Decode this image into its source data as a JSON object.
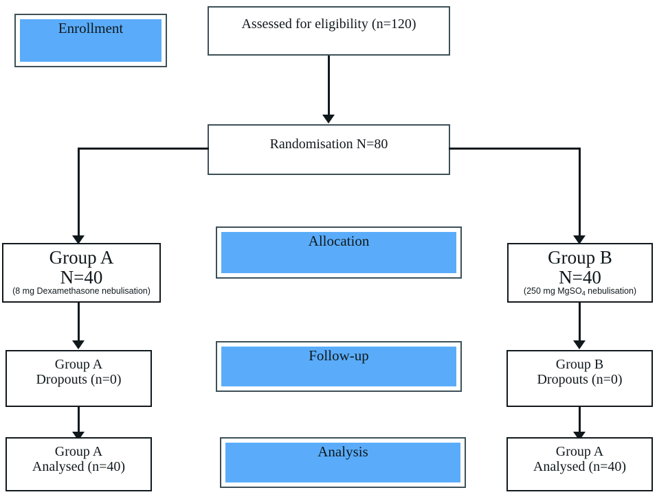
{
  "diagram": {
    "title": "CONSORT participant flow diagram",
    "accent_blue": "#5aacfa",
    "line_color": "#10181c"
  },
  "stage_banners": [
    {
      "label": "Enrollment"
    },
    {
      "label": "Allocation"
    },
    {
      "label": "Follow-up"
    },
    {
      "label": "Analysis"
    }
  ],
  "nodes": {
    "assessed": {
      "text": "Assessed for eligibility (n=120)"
    },
    "randomisation": {
      "text": "Randomisation N=80"
    },
    "group_a": {
      "title": "Group A",
      "count": "N=40",
      "detail_prefix": "(8 mg Dexamethasone nebulisation)"
    },
    "group_b": {
      "title": "Group B",
      "count": "N=40",
      "detail_prefix": "(250 mg MgSO",
      "detail_sub": "4",
      "detail_suffix": " nebulisation)"
    },
    "group_a_dropouts": {
      "line1": "Group A",
      "line2": "Dropouts (n=0)"
    },
    "group_b_dropouts": {
      "line1": "Group B",
      "line2": "Dropouts (n=0)"
    },
    "group_a_analysed": {
      "line1": "Group A",
      "line2": "Analysed (n=40)"
    },
    "group_b_analysed": {
      "line1": "Group A",
      "line2": "Analysed (n=40)"
    }
  }
}
